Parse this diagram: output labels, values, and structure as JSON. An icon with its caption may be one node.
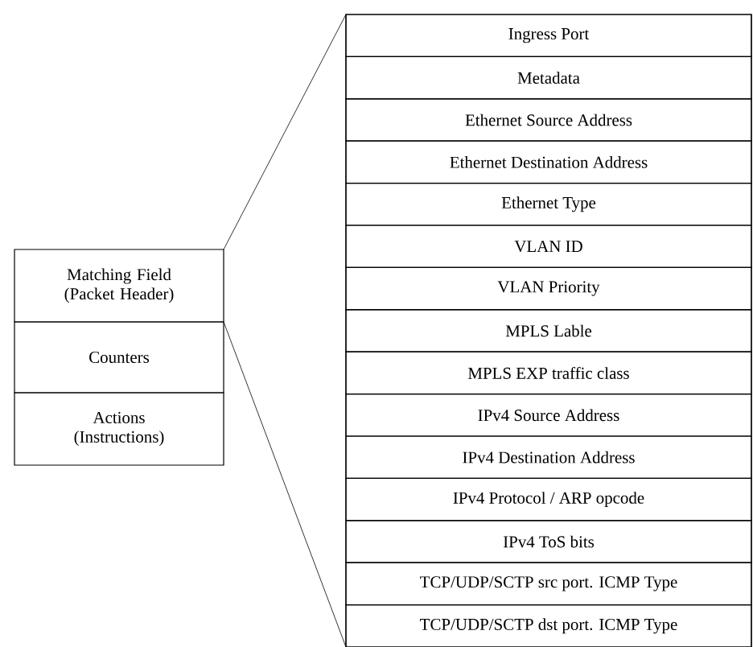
{
  "diagram": {
    "nodes": [
      {
        "text": [
          "Matching Field (Packet Header)"
        ]
      },
      {
        "text": [
          "Counters"
        ]
      },
      {
        "text": [
          "Actions (Instructions)"
        ]
      },
      {
        "text": [],
        "shape": "box"
      },
      {
        "text": [
          "Ingress Port"
        ],
        "in": 3
      },
      {
        "text": [
          "Metadata"
        ],
        "in": 3
      },
      {
        "text": [
          "Ethernet Source Address"
        ],
        "in": 3
      },
      {
        "text": [
          "Ethernet Destination Address"
        ],
        "in": 3
      },
      {
        "text": [
          "Ethernet Type"
        ],
        "in": 3
      },
      {
        "text": [
          "VLAN ID"
        ],
        "in": 3
      },
      {
        "text": [
          "VLAN Priority"
        ],
        "in": 3
      },
      {
        "text": [
          "MPLS Lable"
        ],
        "in": 3
      },
      {
        "text": [
          "MPLS EXP traffic class"
        ],
        "in": 3
      },
      {
        "text": [
          "IPv4 Source Address"
        ],
        "in": 3
      },
      {
        "text": [
          "IPv4 Destination Address"
        ],
        "in": 3
      },
      {
        "text": [
          "IPv4 Protocol / ARP opcode"
        ],
        "in": 3
      },
      {
        "text": [
          "IPv4 ToS bits"
        ],
        "in": 3
      },
      {
        "text": [
          "TCP/UDP/SCTP src port. ICMP Type"
        ],
        "in": 3
      },
      {
        "text": [
          "TCP/UDP/SCTP dst port. ICMP Type"
        ],
        "in": 3
      }
    ],
    "edges": [
      {
        "from": 0,
        "to": 3,
        "arrow": "none"
      },
      {
        "from": 0,
        "to": 3,
        "arrow": "none"
      }
    ]
  }
}
